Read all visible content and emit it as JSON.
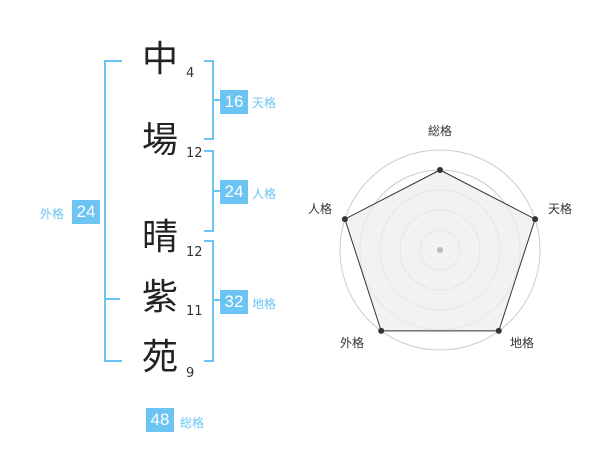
{
  "name": {
    "chars": [
      {
        "char": "中",
        "strokes": "4"
      },
      {
        "char": "場",
        "strokes": "12"
      },
      {
        "char": "晴",
        "strokes": "12"
      },
      {
        "char": "紫",
        "strokes": "11"
      },
      {
        "char": "苑",
        "strokes": "9"
      }
    ]
  },
  "fortune": {
    "tenkaku": {
      "value": "16",
      "label": "天格"
    },
    "jinkaku": {
      "value": "24",
      "label": "人格"
    },
    "chikaku": {
      "value": "32",
      "label": "地格"
    },
    "gaikaku": {
      "value": "24",
      "label": "外格"
    },
    "soukaku": {
      "value": "48",
      "label": "総格"
    }
  },
  "chart_data": {
    "type": "radar",
    "axes": [
      "総格",
      "天格",
      "地格",
      "外格",
      "人格"
    ],
    "values": [
      0.8,
      1.0,
      1.0,
      1.0,
      1.0
    ],
    "max": 1.0,
    "rings": 5,
    "colors": {
      "fill": "#eeeeee",
      "line": "#333333",
      "ring": "#cccccc",
      "accent": "#6cc4f2"
    }
  }
}
